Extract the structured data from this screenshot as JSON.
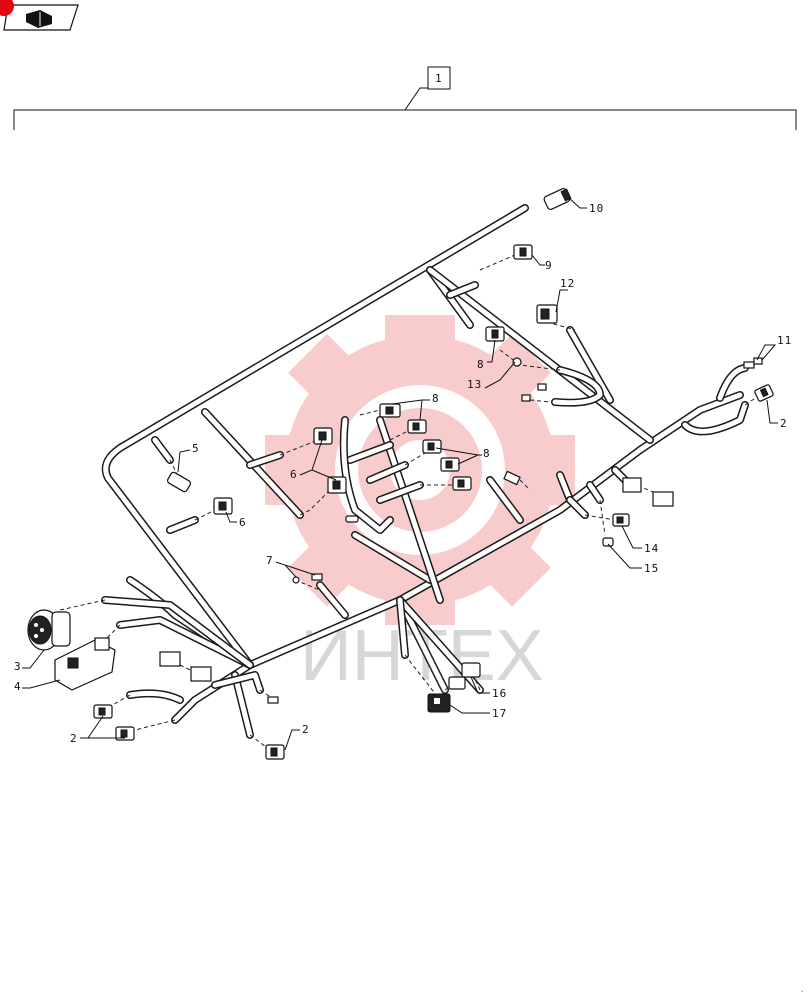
{
  "header": {
    "nav_icon": "book-nav-icon",
    "badge_color": "#e30613"
  },
  "assembly_ref": {
    "label": "1"
  },
  "callouts": [
    {
      "id": "c10",
      "label": "10"
    },
    {
      "id": "c9",
      "label": "9"
    },
    {
      "id": "c12",
      "label": "12"
    },
    {
      "id": "c11",
      "label": "11"
    },
    {
      "id": "c8a",
      "label": "8"
    },
    {
      "id": "c13",
      "label": "13"
    },
    {
      "id": "c2a",
      "label": "2"
    },
    {
      "id": "c8b",
      "label": "8"
    },
    {
      "id": "c8c",
      "label": "8"
    },
    {
      "id": "c5",
      "label": "5"
    },
    {
      "id": "c6a",
      "label": "6"
    },
    {
      "id": "c6b",
      "label": "6"
    },
    {
      "id": "c14",
      "label": "14"
    },
    {
      "id": "c15",
      "label": "15"
    },
    {
      "id": "c7",
      "label": "7"
    },
    {
      "id": "c3",
      "label": "3"
    },
    {
      "id": "c4",
      "label": "4"
    },
    {
      "id": "c16",
      "label": "16"
    },
    {
      "id": "c17",
      "label": "17"
    },
    {
      "id": "c2b",
      "label": "2"
    },
    {
      "id": "c2c",
      "label": "2"
    }
  ],
  "watermark": {
    "text": "ИНТЕХ",
    "color": "#f4a3a3"
  }
}
